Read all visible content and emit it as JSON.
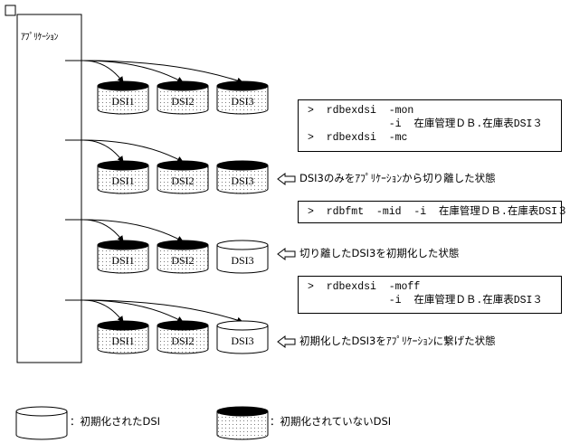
{
  "application_label": "ｱﾌﾟﾘｹｰｼｮﾝ",
  "rows": [
    {
      "dsis": [
        {
          "label": "DSI1",
          "initialized": false
        },
        {
          "label": "DSI2",
          "initialized": false
        },
        {
          "label": "DSI3",
          "initialized": false
        }
      ],
      "arrows": 3
    },
    {
      "dsis": [
        {
          "label": "DSI1",
          "initialized": false
        },
        {
          "label": "DSI2",
          "initialized": false
        },
        {
          "label": "DSI3",
          "initialized": false
        }
      ],
      "arrows": 2,
      "state": "DSI3のみをｱﾌﾟﾘｹｰｼｮﾝから切り離した状態"
    },
    {
      "dsis": [
        {
          "label": "DSI1",
          "initialized": false
        },
        {
          "label": "DSI2",
          "initialized": false
        },
        {
          "label": "DSI3",
          "initialized": true
        }
      ],
      "arrows": 2,
      "state": "切り離したDSI3を初期化した状態"
    },
    {
      "dsis": [
        {
          "label": "DSI1",
          "initialized": false
        },
        {
          "label": "DSI2",
          "initialized": false
        },
        {
          "label": "DSI3",
          "initialized": true
        }
      ],
      "arrows": 3,
      "state": "初期化したDSI3をｱﾌﾟﾘｹｰｼｮﾝに繋げた状態"
    }
  ],
  "commands": [
    [
      ">  rdbexdsi  -mon",
      "             -i  在庫管理ＤＢ.在庫表DSI３",
      ">  rdbexdsi  -mc"
    ],
    [
      ">  rdbfmt  -mid  -i  在庫管理ＤＢ.在庫表DSI３"
    ],
    [
      ">  rdbexdsi  -moff",
      "             -i  在庫管理ＤＢ.在庫表DSI３"
    ]
  ],
  "legend": [
    {
      "label": "：初期化されたDSI",
      "initialized": true
    },
    {
      "label": "：初期化されていないDSI",
      "initialized": false
    }
  ]
}
